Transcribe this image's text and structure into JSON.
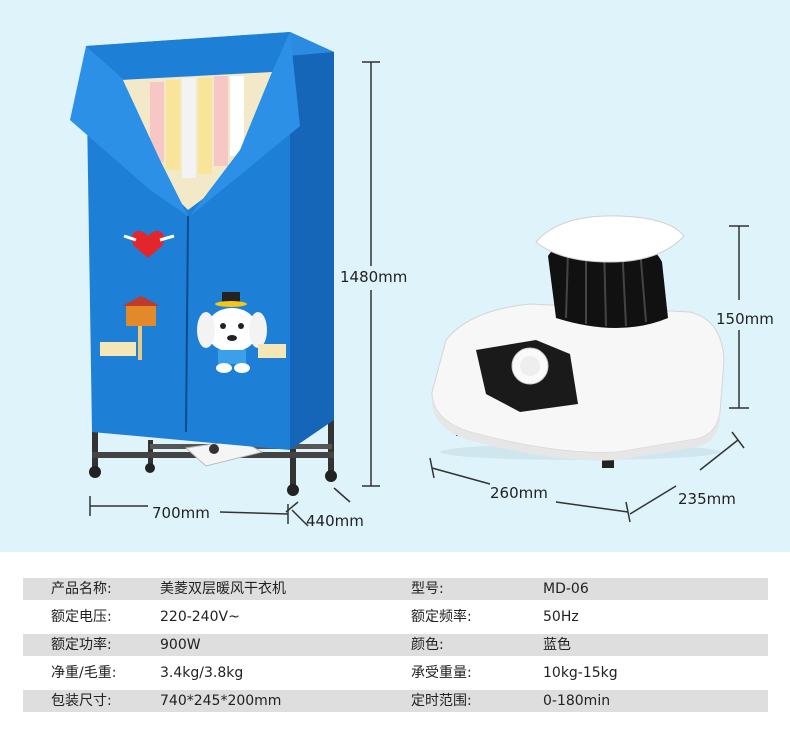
{
  "dimensions": {
    "height_cabinet": "1480mm",
    "width_cabinet": "700mm",
    "depth_cabinet": "440mm",
    "height_heater": "150mm",
    "width_heater": "260mm",
    "depth_heater": "235mm"
  },
  "specs": [
    {
      "label1": "产品名称:",
      "value1": "美菱双层暖风干衣机",
      "label2": "型号:",
      "value2": "MD-06"
    },
    {
      "label1": "额定电压:",
      "value1": "220-240V~",
      "label2": "额定频率:",
      "value2": "50Hz"
    },
    {
      "label1": "额定功率:",
      "value1": "900W",
      "label2": "颜色:",
      "value2": "蓝色"
    },
    {
      "label1": "净重/毛重:",
      "value1": "3.4kg/3.8kg",
      "label2": "承受重量:",
      "value2": "10kg-15kg"
    },
    {
      "label1": "包装尺寸:",
      "value1": "740*245*200mm",
      "label2": "定时范围:",
      "value2": "0-180min"
    }
  ],
  "colors": {
    "hero_bg": "#dff3fb",
    "cover_blue": "#1d7fd6",
    "row_shade": "#dedede"
  }
}
